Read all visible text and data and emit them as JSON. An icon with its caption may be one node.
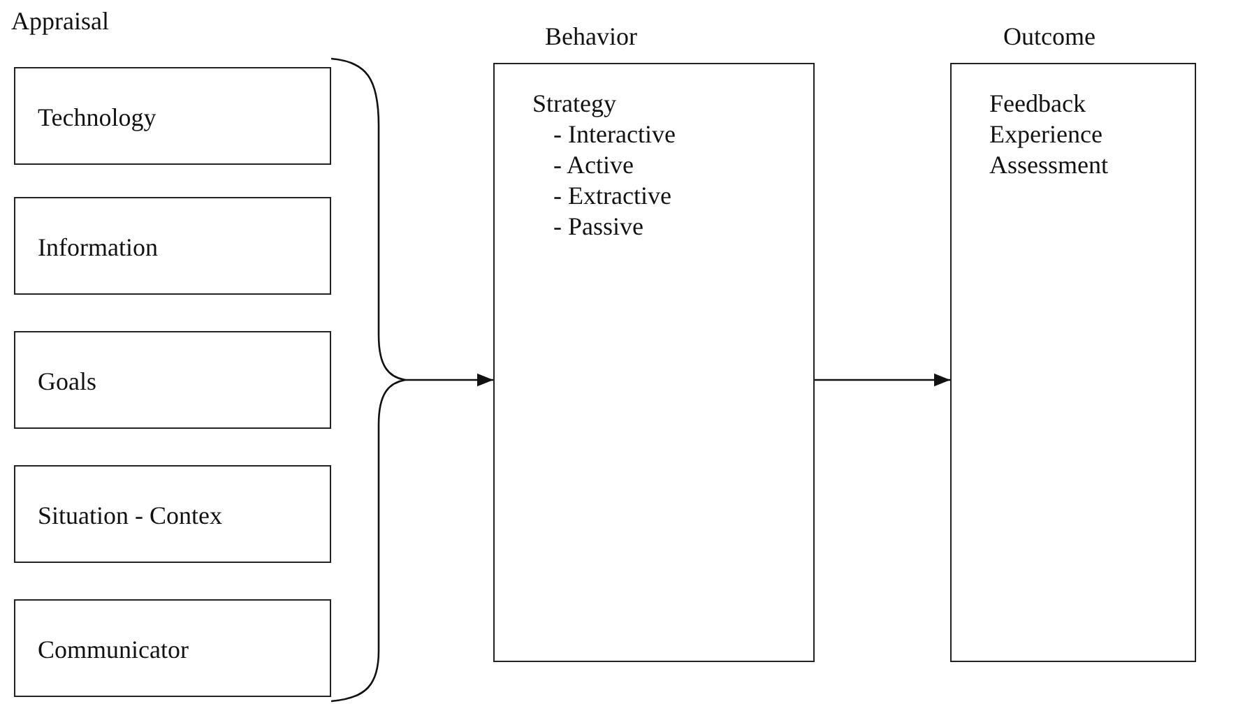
{
  "diagram": {
    "nodes": [
      {
        "text": [
          "Technology"
        ]
      },
      {
        "text": [
          "Information"
        ]
      },
      {
        "text": [
          "Goals"
        ]
      },
      {
        "text": [
          "Situation - Contex"
        ]
      },
      {
        "text": [
          "Communicator"
        ]
      },
      {
        "text": [],
        "shape": "bracket"
      },
      {
        "text": [
          "Behavior",
          "Strategy",
          "- Interactive",
          "- Active",
          "- Extractive",
          "- Passive"
        ]
      },
      {
        "text": [
          "Outcome",
          "Feedback",
          "Experience",
          "Assessment"
        ]
      }
    ],
    "edges": [
      {
        "from": 5,
        "to": 6,
        "arrow": "to"
      },
      {
        "from": 6,
        "to": 7,
        "arrow": "to"
      }
    ],
    "labels": [
      "Appraisal"
    ]
  }
}
